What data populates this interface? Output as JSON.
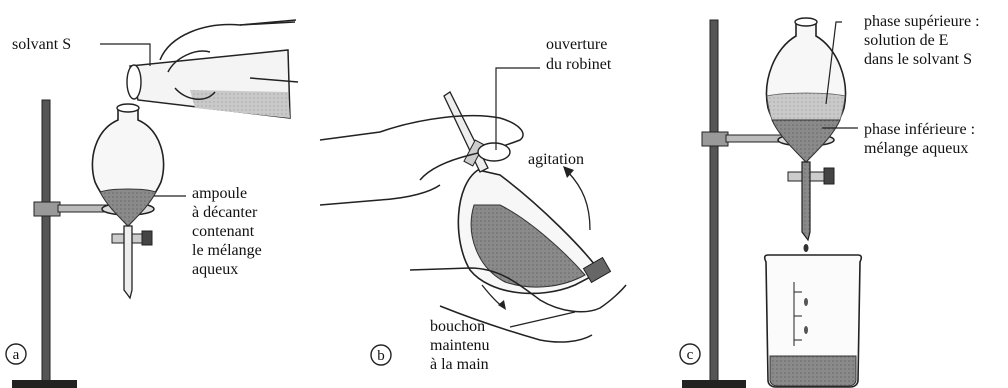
{
  "panel_a": {
    "tag": "a",
    "label_solvent": "solvant S",
    "label_funnel": [
      "ampoule",
      "à décanter",
      "contenant",
      "le mélange",
      "aqueux"
    ]
  },
  "panel_b": {
    "tag": "b",
    "label_tap": [
      "ouverture",
      "du robinet"
    ],
    "label_shake": "agitation",
    "label_stopper": [
      "bouchon",
      "maintenu",
      "à la main"
    ]
  },
  "panel_c": {
    "tag": "c",
    "label_upper": [
      "phase supérieure :",
      "solution de E",
      "dans le solvant S"
    ],
    "label_lower": [
      "phase inférieure :",
      "mélange aqueux"
    ]
  }
}
